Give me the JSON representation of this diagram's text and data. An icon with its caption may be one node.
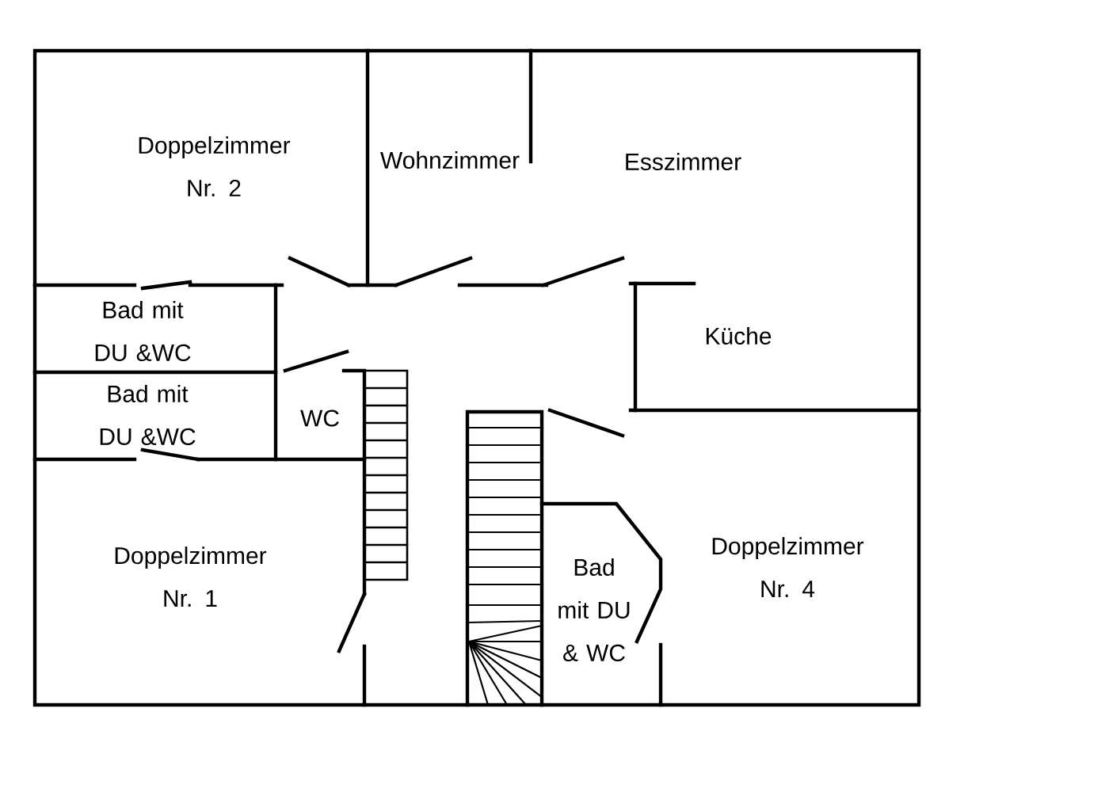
{
  "diagram": {
    "labels": [
      "Doppelzimmer Nr. 2",
      "Wohnzimmer",
      "Esszimmer",
      "Bad mit DU &WC",
      "Küche",
      "Bad mit DU &WC",
      "WC",
      "Doppelzimmer Nr. 1",
      "Bad mit DU & WC",
      "Doppelzimmer Nr. 4"
    ]
  }
}
